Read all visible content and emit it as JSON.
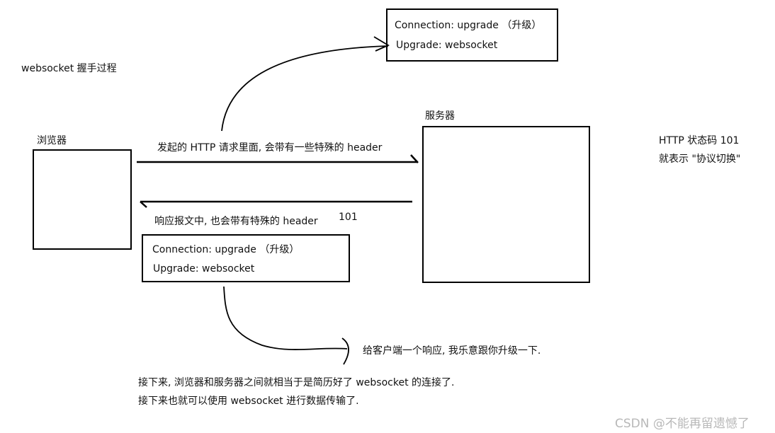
{
  "title": "websocket 握手过程",
  "browser_label": "浏览器",
  "server_label": "服务器",
  "request_label": "发起的 HTTP 请求里面, 会带有一些特殊的 header",
  "response_label": "响应报文中, 也会带有特殊的 header",
  "response_code": "101",
  "request_headers": {
    "connection": "Connection: upgrade （升级）",
    "upgrade": "Upgrade: websocket"
  },
  "response_headers": {
    "connection": "Connection: upgrade （升级）",
    "upgrade": "Upgrade: websocket"
  },
  "status_note": {
    "line1": "HTTP 状态码 101",
    "line2": "就表示 \"协议切换\""
  },
  "response_note": "给客户端一个响应, 我乐意跟你升级一下.",
  "conclusion": {
    "line1": "接下来, 浏览器和服务器之间就相当于是简历好了 websocket 的连接了.",
    "line2": "接下来也就可以使用 websocket 进行数据传输了."
  },
  "watermark": "CSDN @不能再留遗憾了"
}
